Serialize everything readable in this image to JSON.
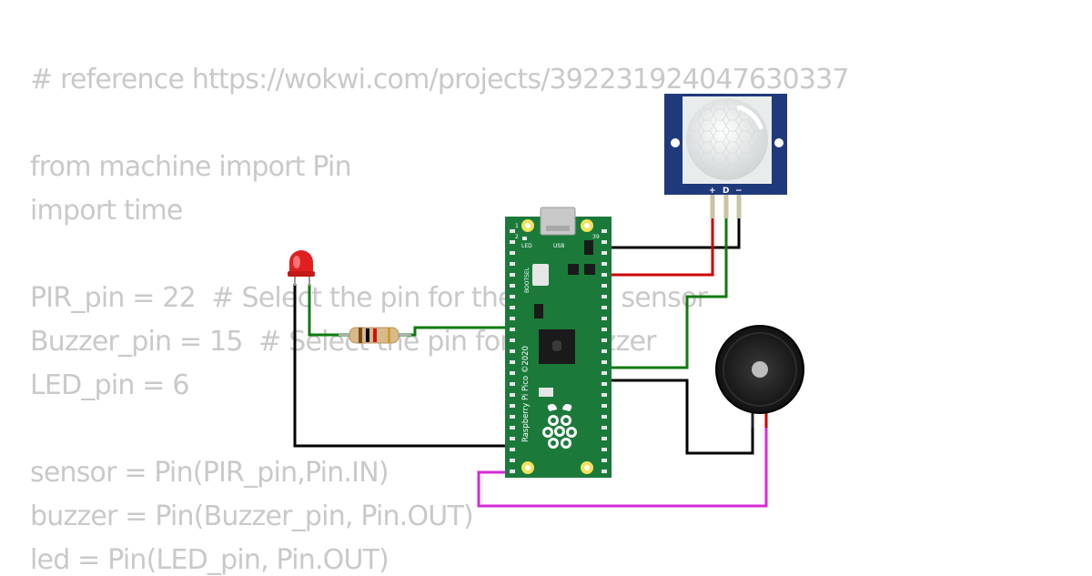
{
  "code": {
    "lines": [
      "# reference https://wokwi.com/projects/392231924047630337",
      "",
      "from machine import Pin",
      "import time",
      "",
      "PIR_pin = 22  # Select the pin for the motion sensor",
      "Buzzer_pin = 15  # Select the pin for the buzzer",
      "LED_pin = 6",
      "",
      "sensor = Pin(PIR_pin,Pin.IN)",
      "buzzer = Pin(Buzzer_pin, Pin.OUT)",
      "led = Pin(LED_pin, Pin.OUT)"
    ]
  },
  "board": {
    "name_label": "Raspberry Pi Pico ©2020",
    "usb_label": "USB",
    "led_label": "LED",
    "bootsel_label": "BOOTSEL",
    "pin1_label": "1",
    "pin2_label": "2",
    "pin39_label": "39"
  },
  "pir": {
    "pin_plus": "+",
    "pin_data": "D",
    "pin_minus": "−"
  },
  "colors": {
    "board": "#1b7a3a",
    "wire_black": "#000000",
    "wire_red": "#cc0000",
    "wire_green": "#0e7a0e",
    "wire_magenta": "#d62ad6",
    "pir_frame": "#1f3a7a",
    "led_red": "#e02020",
    "code_text": "#c9c9c9"
  }
}
